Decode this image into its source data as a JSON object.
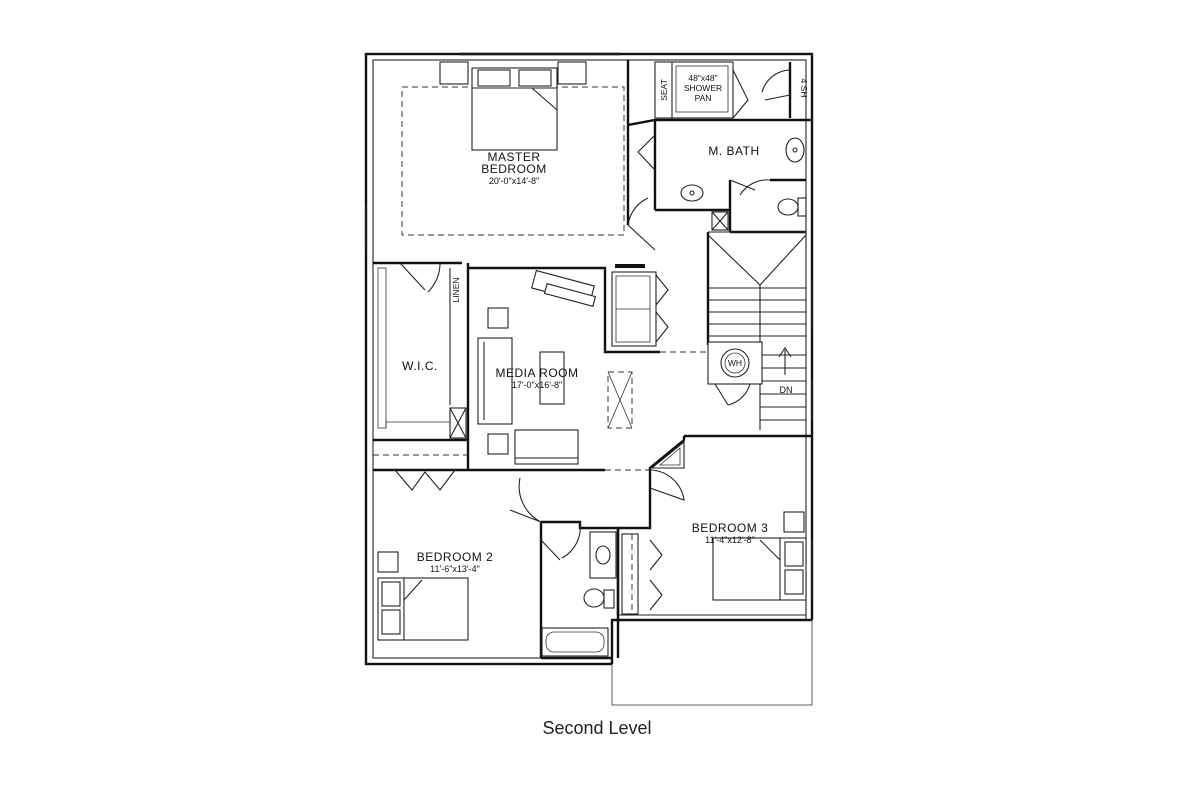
{
  "caption": "Second Level",
  "rooms": {
    "master_bedroom": {
      "name_line1": "MASTER",
      "name_line2": "BEDROOM",
      "dims": "20'-0\"x14'-8\""
    },
    "master_bath": {
      "name": "M. BATH"
    },
    "shower": {
      "line1": "48\"x48\"",
      "line2": "SHOWER",
      "line3": "PAN"
    },
    "seat": {
      "name": "SEAT"
    },
    "shelf": {
      "name": "4 SH"
    },
    "linen": {
      "name": "LINEN"
    },
    "wic": {
      "name": "W.I.C."
    },
    "media_room": {
      "name": "MEDIA ROOM",
      "dims": "17'-0\"x16'-8\""
    },
    "water_heater": {
      "name": "WH"
    },
    "stairs": {
      "name": "DN"
    },
    "bedroom2": {
      "name": "BEDROOM 2",
      "dims": "11'-6\"x13'-4\""
    },
    "bedroom3": {
      "name": "BEDROOM 3",
      "dims": "11'-4\"x12'-8\""
    }
  }
}
